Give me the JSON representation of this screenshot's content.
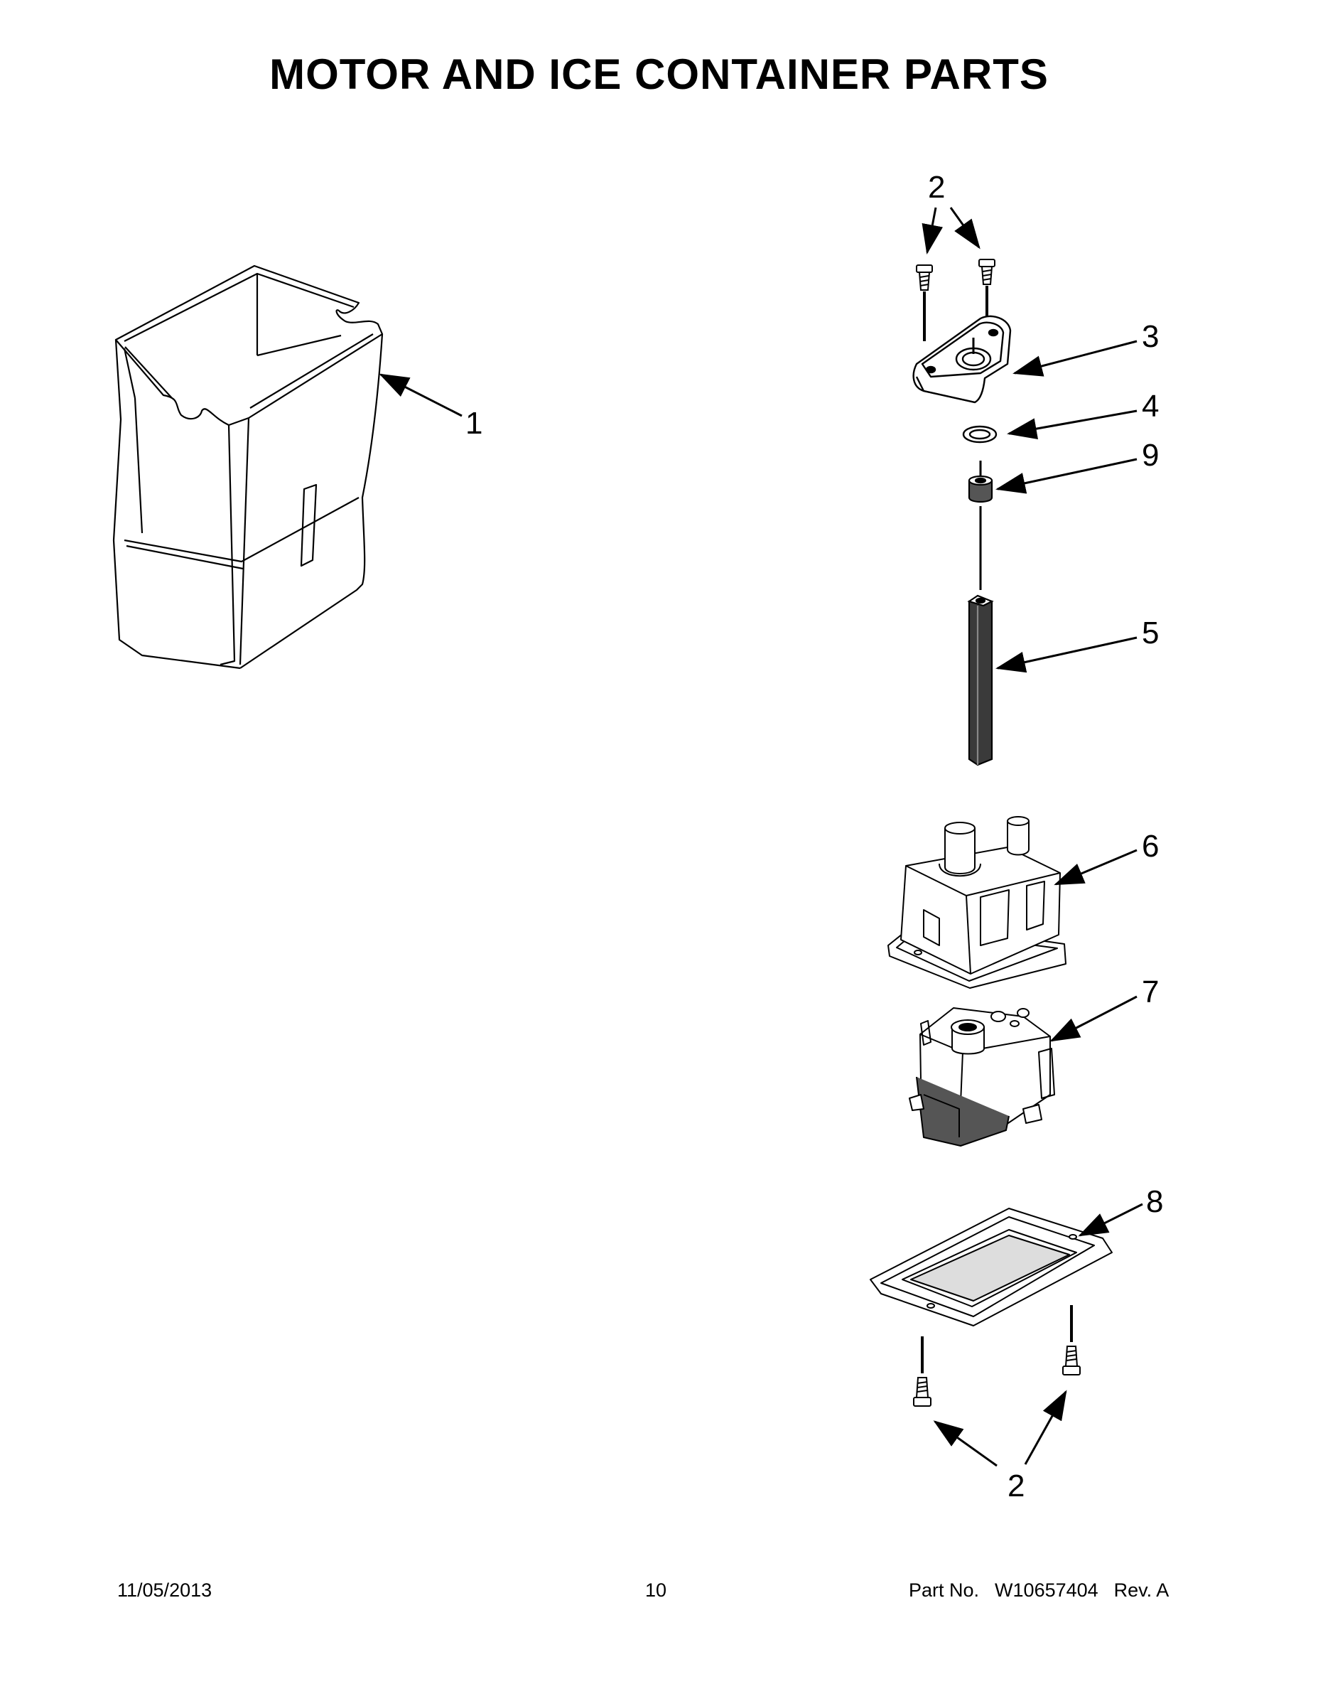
{
  "page": {
    "title": "MOTOR AND ICE CONTAINER PARTS"
  },
  "callouts": {
    "ice_container": "1",
    "screw_top": "2",
    "screw_bottom": "2",
    "bracket": "3",
    "washer": "4",
    "bushing": "9",
    "shaft": "5",
    "motor_cover": "6",
    "motor": "7",
    "gasket": "8"
  },
  "footer": {
    "date": "11/05/2013",
    "page_number": "10",
    "part_label": "Part No.",
    "part_number": "W10657404",
    "revision": "Rev. A"
  },
  "icons": {
    "ice_container": "ice-container-bin",
    "screw": "hex-head-screw",
    "bracket": "motor-mount-bracket",
    "washer": "washer-ring",
    "bushing": "shaft-bushing",
    "shaft": "hex-drive-shaft",
    "motor_cover": "motor-cover-housing",
    "motor": "auger-motor",
    "gasket": "mounting-gasket-plate"
  }
}
